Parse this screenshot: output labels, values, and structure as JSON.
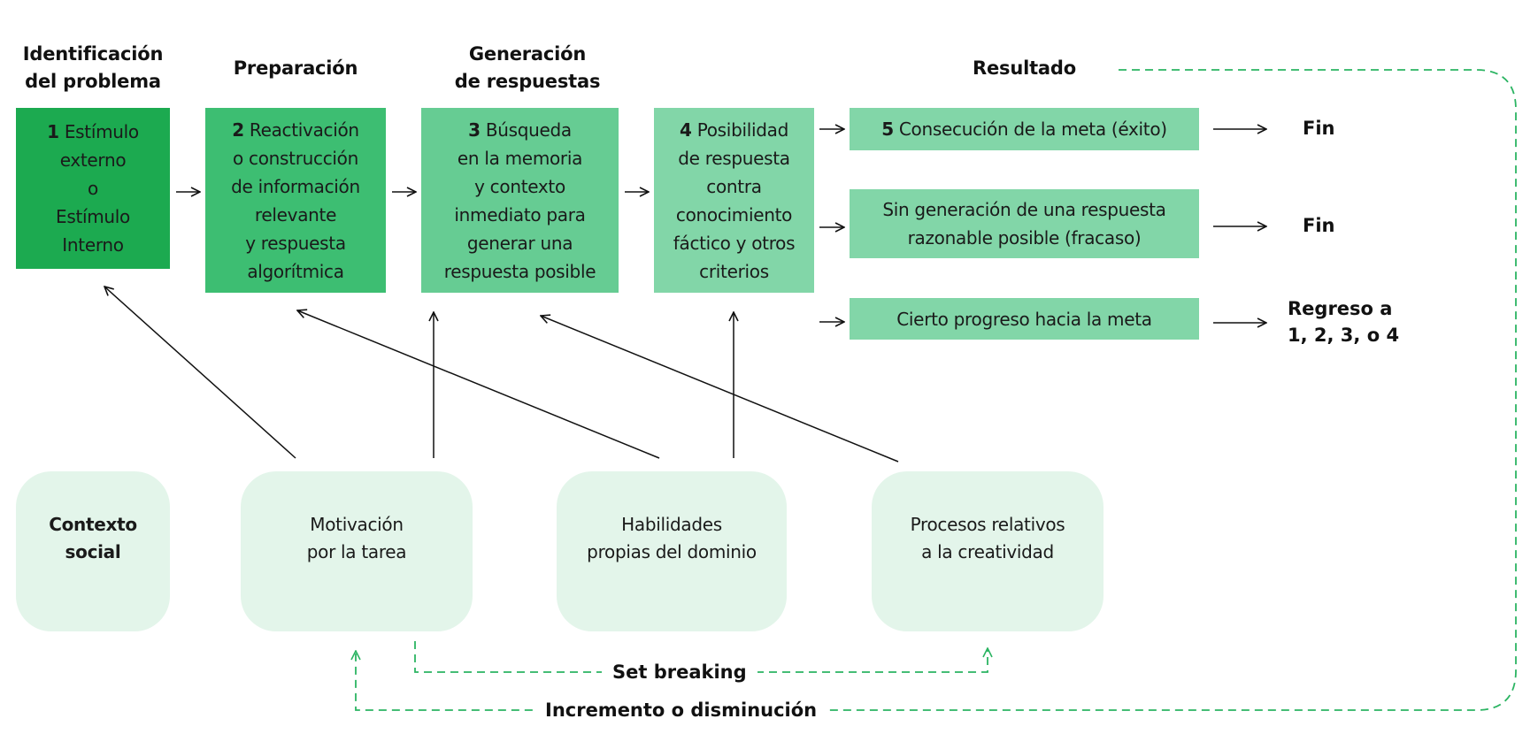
{
  "stages": [
    {
      "id": "identificacion",
      "lines": [
        "Identificación",
        "del problema"
      ]
    },
    {
      "id": "preparacion",
      "lines": [
        "Preparación"
      ]
    },
    {
      "id": "generacion",
      "lines": [
        "Generación",
        "de respuestas"
      ]
    },
    {
      "id": "resultado",
      "lines": [
        "Resultado"
      ]
    }
  ],
  "process_boxes": [
    {
      "number": "1",
      "first_line": "Estímulo",
      "lines": [
        "externo",
        "o",
        "Estímulo",
        "Interno"
      ],
      "color": "#1caa50"
    },
    {
      "number": "2",
      "first_line": "Reactivación",
      "lines": [
        "o construcción",
        "de información",
        "relevante",
        "y respuesta",
        "algorítmica"
      ],
      "color": "#3dbe72"
    },
    {
      "number": "3",
      "first_line": "Búsqueda",
      "lines": [
        "en la memoria",
        "y contexto",
        "inmediato para",
        "generar una",
        "respuesta posible"
      ],
      "color": "#66cc93"
    },
    {
      "number": "4",
      "first_line": "Posibilidad",
      "lines": [
        "de respuesta",
        "contra",
        "conocimiento",
        "fáctico y otros",
        "criterios"
      ],
      "color": "#82d6a8"
    }
  ],
  "outcomes": [
    {
      "number": "5",
      "lines": [
        "Consecución de la meta (éxito)"
      ],
      "result": [
        "Fin"
      ]
    },
    {
      "number": "",
      "lines": [
        "Sin generación de una respuesta",
        "razonable posible (fracaso)"
      ],
      "result": [
        "Fin"
      ]
    },
    {
      "number": "",
      "lines": [
        "Cierto progreso hacia la meta"
      ],
      "result": [
        "Regreso a",
        "1, 2, 3, o 4"
      ]
    }
  ],
  "factors": [
    {
      "id": "contexto",
      "lines": [
        "Contexto",
        "social"
      ],
      "bold": true
    },
    {
      "id": "motivacion",
      "lines": [
        "Motivación",
        "por la tarea"
      ],
      "bold": false
    },
    {
      "id": "habilidades",
      "lines": [
        "Habilidades",
        "propias del dominio"
      ],
      "bold": false
    },
    {
      "id": "procesos",
      "lines": [
        "Procesos relativos",
        "a la creatividad"
      ],
      "bold": false
    }
  ],
  "loops": {
    "set_breaking": "Set breaking",
    "incremento": "Incremento o disminución"
  },
  "colors": {
    "accent_dashed": "#2bb462",
    "factor_bg": "#e3f5ea",
    "arrow": "#111111"
  }
}
